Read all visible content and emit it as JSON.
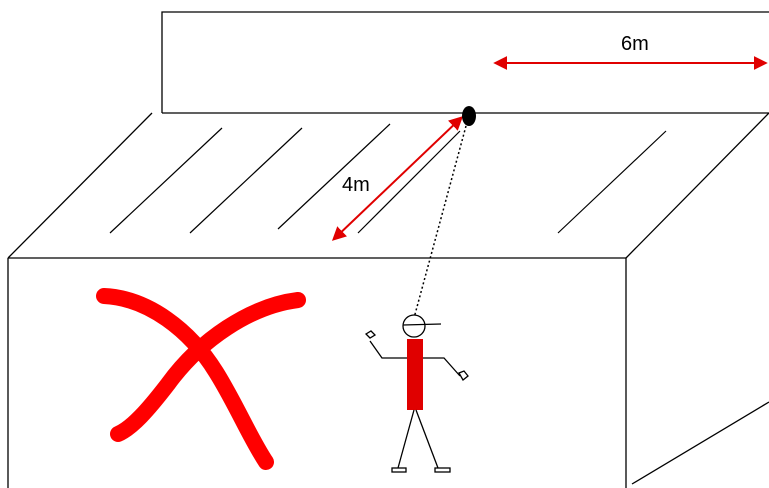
{
  "labels": {
    "width_distance": "6m",
    "setback_distance": "4m"
  },
  "colors": {
    "line": "#000000",
    "measure_arrow": "#e00000",
    "prohibited_mark": "#ff0000",
    "worker_body": "#e00000",
    "background": "#ffffff"
  },
  "icons": {
    "prohibited_mark": "red-x-icon",
    "worker": "stick-figure-worker",
    "anchor": "anchor-point"
  }
}
